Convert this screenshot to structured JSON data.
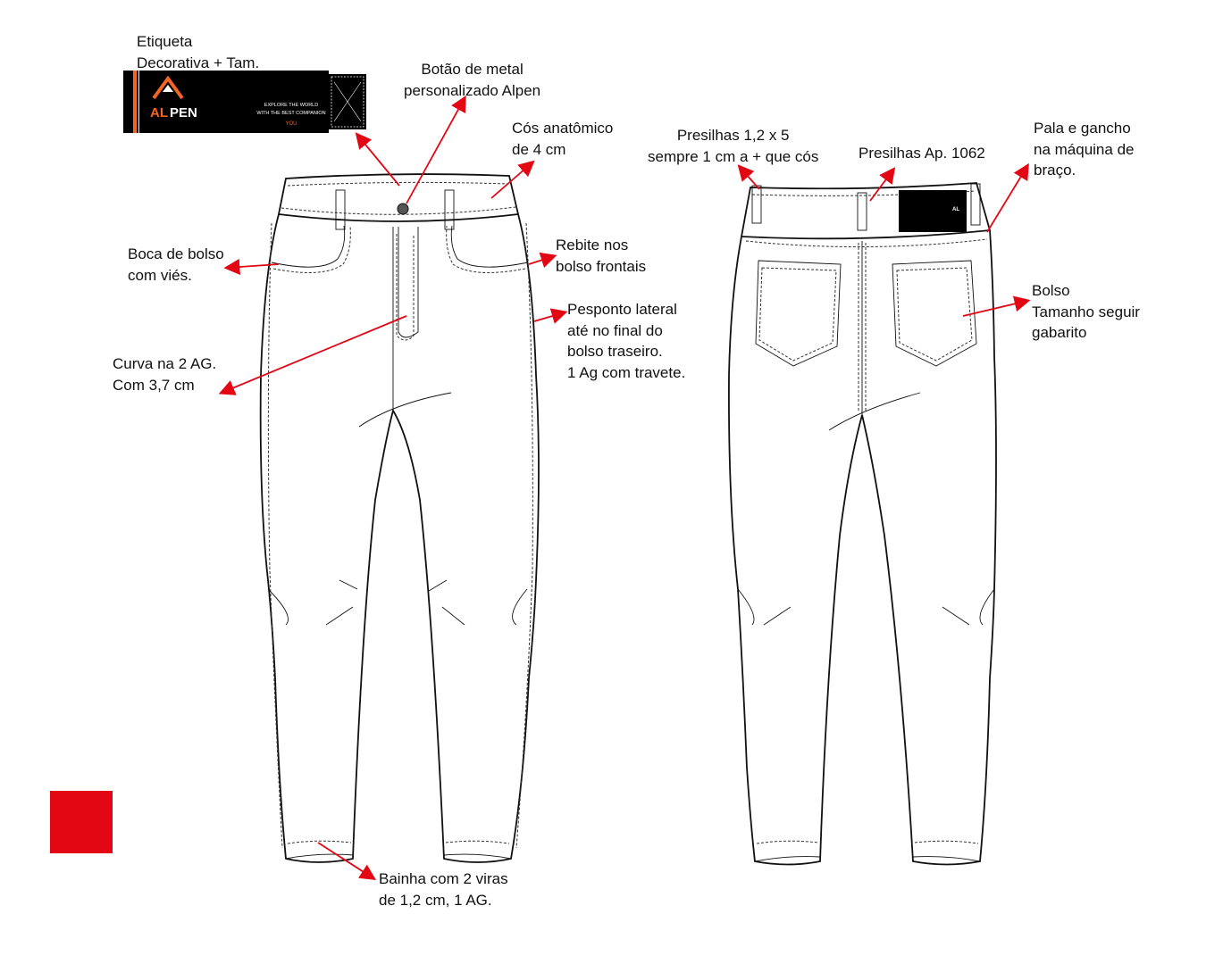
{
  "notes": {
    "etiqueta": [
      "Etiqueta",
      "Decorativa + Tam."
    ],
    "botao": [
      "Botão de metal",
      "personalizado Alpen"
    ],
    "cos": [
      "Cós anatômico",
      " de 4 cm"
    ],
    "boca_bolso": [
      "Boca de bolso",
      "com viés."
    ],
    "rebite": [
      "Rebite nos",
      "bolso frontais"
    ],
    "pesponto": [
      "Pesponto lateral",
      "até no final do",
      "bolso traseiro.",
      "1 Ag com travete."
    ],
    "curva": [
      "Curva na 2 AG.",
      "Com 3,7 cm"
    ],
    "bainha": [
      "Bainha com 2 viras",
      "de 1,2 cm, 1 AG."
    ],
    "presilhas": [
      "Presilhas 1,2 x 5",
      "sempre 1 cm a + que cós"
    ],
    "presilhas_ap": [
      "Presilhas Ap. 1062"
    ],
    "pala": [
      "Pala e gancho",
      "na máquina de",
      "braço."
    ],
    "bolso": [
      "Bolso",
      "Tamanho seguir",
      "gabarito"
    ]
  },
  "label": {
    "brand_a": "AL",
    "brand_b": "PEN",
    "tagline1": "EXPLORE THE WORLD",
    "tagline2": "WITH THE BEST COMPANION",
    "tagline3": "YOU"
  },
  "colors": {
    "accent": "#e30613",
    "brand_orange": "#f26522",
    "label_bg": "#000000"
  }
}
